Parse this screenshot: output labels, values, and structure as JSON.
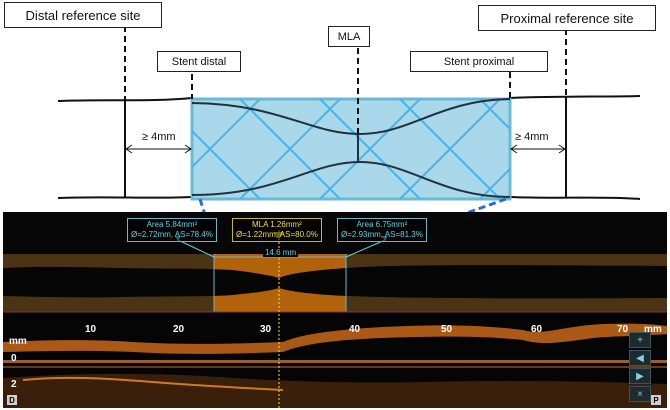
{
  "labels": {
    "distal_reference": "Distal reference site",
    "proximal_reference": "Proximal reference site",
    "mla": "MLA",
    "stent_distal": "Stent distal",
    "stent_proximal": "Stent proximal",
    "dim_left": "≥ 4mm",
    "dim_right": "≥ 4mm"
  },
  "oct": {
    "info_left": {
      "line1": "Area 5.84mm²",
      "line2": "Ø=2.72mm, AS=78.4%"
    },
    "info_mid": {
      "line1": "MLA 1.26mm²",
      "line2": "Ø=1.22mm, AS=80.0%"
    },
    "info_right": {
      "line1": "Area 6.75mm²",
      "line2": "Ø=2.93mm, AS=81.3%"
    },
    "span_label": "14.6 mm",
    "ticks": [
      "10",
      "20",
      "30",
      "40",
      "50",
      "60",
      "70"
    ],
    "unit_left": "mm",
    "unit_right": "mm",
    "depth_0": "0",
    "depth_2": "2",
    "corner_left": "D",
    "corner_right": "P"
  },
  "colors": {
    "stent_fill": "#a8d8ea",
    "stent_strut": "#4ab2e6",
    "dashed_connector": "#2f6fbf",
    "lumen_highlight": "#b3620c"
  }
}
